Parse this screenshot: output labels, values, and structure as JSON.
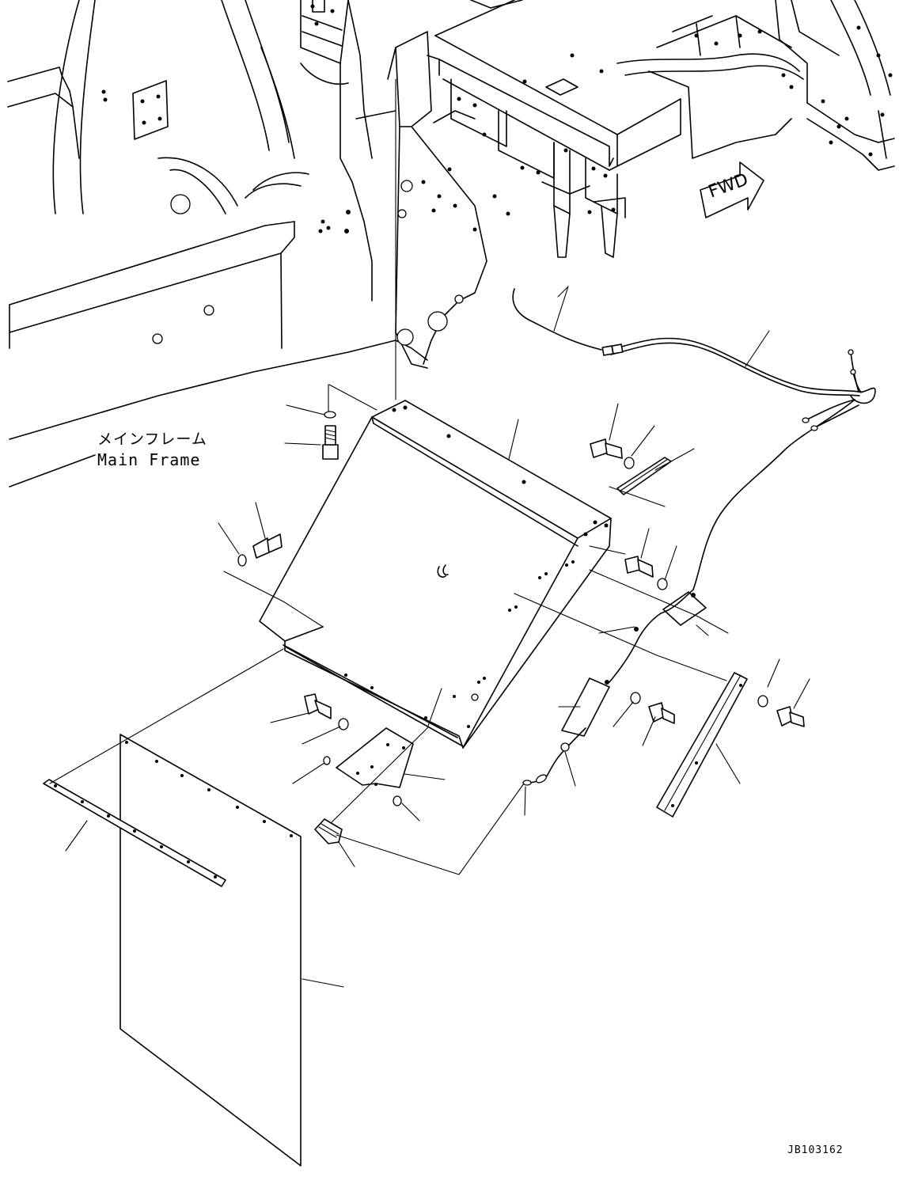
{
  "labels": {
    "main_frame_jp": "メインフレーム",
    "main_frame_en": "Main Frame",
    "fwd": "FWD",
    "drawing_code": "JB103162"
  },
  "colors": {
    "line": "#000000",
    "background": "#ffffff"
  },
  "icons": {
    "direction_arrow": "fwd-arrow-icon"
  }
}
